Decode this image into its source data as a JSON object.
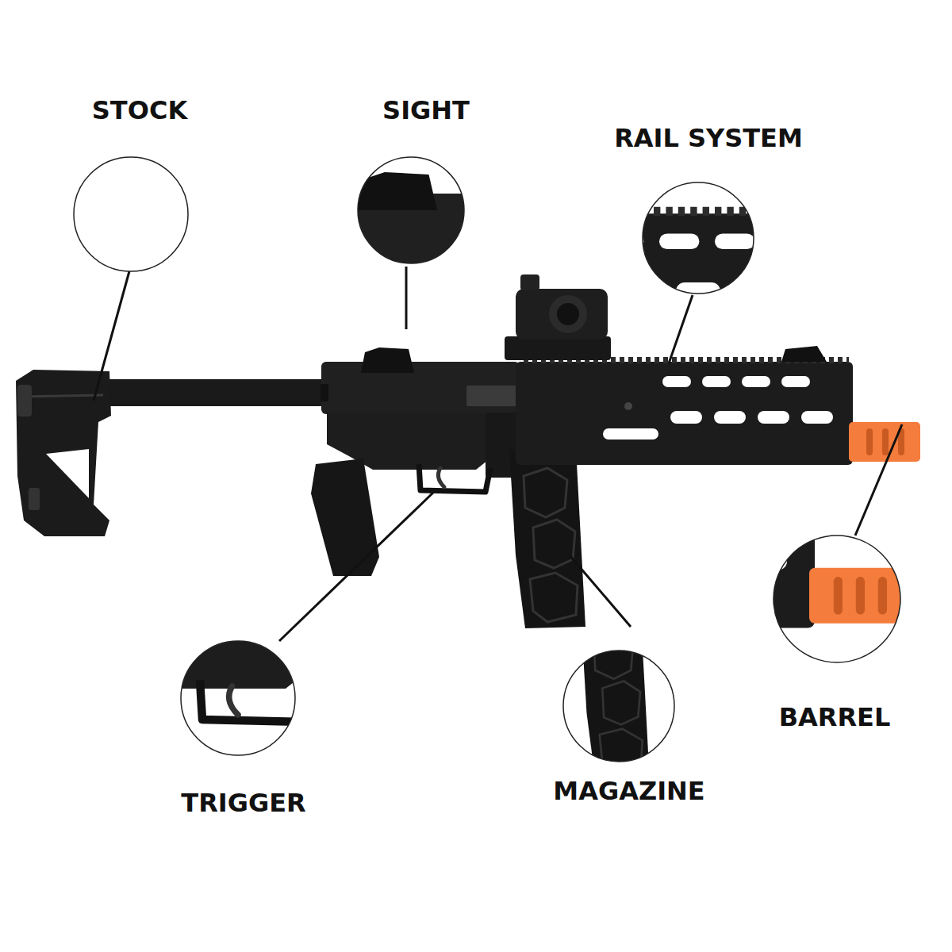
{
  "diagram": {
    "labels": [
      "STOCK",
      "SIGHT",
      "RAIL SYSTEM",
      "TRIGGER",
      "MAGAZINE",
      "BARREL"
    ]
  }
}
